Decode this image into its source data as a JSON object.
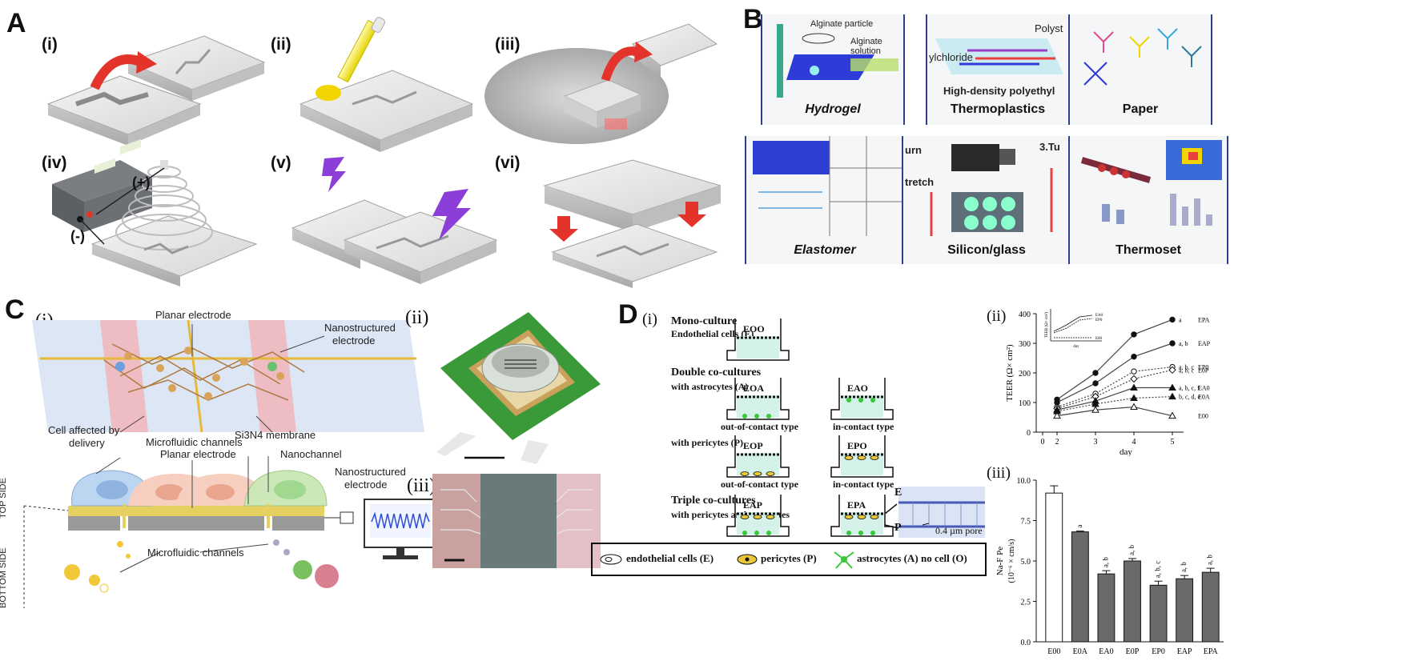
{
  "panelA": {
    "label": "A",
    "steps": [
      "(i)",
      "(ii)",
      "(iii)",
      "(iv)",
      "(v)",
      "(vi)"
    ],
    "plus": "(+)",
    "minus": "(-)"
  },
  "panelB": {
    "label": "B",
    "cards": [
      "Hydrogel",
      "Thermoplastics",
      "Paper",
      "Elastomer",
      "Silicon/glass",
      "Thermoset"
    ],
    "hydrogel_notes": [
      "Alginate particle",
      "Alginate solution"
    ],
    "thermo_notes": [
      "Polyst",
      "ylchloride",
      "High-density polyethyl"
    ],
    "silicon_notes": [
      "urn",
      "tretch",
      "3.Tu"
    ]
  },
  "panelC": {
    "label": "C",
    "sub_i": "(i)",
    "sub_ii": "(ii)",
    "sub_iii": "(iii)",
    "labels": {
      "planar_top": "Planar electrode",
      "nano_top_1": "Nanostructured",
      "nano_top_2": "electrode",
      "micro_top": "Microfluidic channels",
      "cell_aff_1": "Cell affected by",
      "cell_aff_2": "delivery",
      "si3n4": "Si3N4 membrane",
      "planar_bottom": "Planar electrode",
      "nanochannel": "Nanochannel",
      "nano_bot_1": "Nanostructured",
      "nano_bot_2": "electrode",
      "top_side": "TOP SIDE",
      "bottom_side": "BOTTOM SIDE",
      "micro_bottom": "Microfluidic channels"
    }
  },
  "panelD": {
    "label": "D",
    "sub_i": "(i)",
    "sub_ii": "(ii)",
    "sub_iii": "(iii)",
    "mono_1": "Mono-culture",
    "mono_2": "Endothelial cells (E)",
    "double_1": "Double co-cultures",
    "double_2": "with astrocytes (A)",
    "peri": "with pericytes (P)",
    "triple_1": "Triple co-cultures",
    "triple_2": "with pericytes and astrocytes",
    "wells": [
      "EOO",
      "EOA",
      "EAO",
      "EOP",
      "EPO",
      "EAP",
      "EPA"
    ],
    "out_contact": "out-of-contact type",
    "in_contact": "in-contact type",
    "micro_E": "E",
    "micro_P": "P",
    "pore": "0.4 µm pore",
    "legend": [
      "endothelial cells (E)",
      "pericytes (P)",
      "astrocytes (A)",
      "no cell (O)"
    ]
  },
  "chart_data": [
    {
      "type": "line",
      "ylabel": "TEER (Ω× cm²)",
      "xlabel": "day",
      "x": [
        2,
        3,
        4,
        5
      ],
      "xticks": [
        "0",
        "2",
        "3",
        "4",
        "5"
      ],
      "yticks": [
        "0",
        "100",
        "200",
        "300",
        "400"
      ],
      "ylim": [
        0,
        400
      ],
      "series": [
        {
          "name": "EPA",
          "values": [
            110,
            200,
            330,
            380
          ],
          "style": "solid",
          "marker": "filled-circle",
          "note": "a"
        },
        {
          "name": "EAP",
          "values": [
            100,
            165,
            255,
            300
          ],
          "style": "solid",
          "marker": "filled-circle",
          "note": "a, b"
        },
        {
          "name": "EP0",
          "values": [
            85,
            130,
            205,
            220
          ],
          "style": "dotted",
          "marker": "open-circle",
          "note": "a, b, c"
        },
        {
          "name": "E0P",
          "values": [
            80,
            120,
            180,
            210
          ],
          "style": "dotted",
          "marker": "open-diamond",
          "note": "a, b, c"
        },
        {
          "name": "EA0",
          "values": [
            75,
            105,
            150,
            150
          ],
          "style": "solid",
          "marker": "filled-triangle",
          "note": "a, b, c, f"
        },
        {
          "name": "E0A",
          "values": [
            70,
            95,
            115,
            120
          ],
          "style": "dotted",
          "marker": "filled-triangle",
          "note": "b, c, d, e"
        },
        {
          "name": "E00",
          "values": [
            55,
            75,
            85,
            55
          ],
          "style": "solid",
          "marker": "open-triangle",
          "note": ""
        }
      ],
      "inset": {
        "ylabel": "TEER (Ω× cm²)",
        "xlabel": "day",
        "labels": [
          "EA0",
          "EP0",
          "E00"
        ]
      }
    },
    {
      "type": "bar",
      "ylabel_1": "Na-F Pe",
      "ylabel_2": "(10⁻⁶ × cm/s)",
      "categories": [
        "E00",
        "E0A",
        "EA0",
        "E0P",
        "EP0",
        "EAP",
        "EPA"
      ],
      "values": [
        9.2,
        6.8,
        4.2,
        5.0,
        3.5,
        3.9,
        4.3
      ],
      "errors": [
        0.45,
        0.05,
        0.2,
        0.15,
        0.25,
        0.2,
        0.25
      ],
      "annotations": [
        "",
        "a",
        "a, b",
        "a, b",
        "a, b, c",
        "a, b",
        "a, b"
      ],
      "yticks": [
        "0.0",
        "2.5",
        "5.0",
        "7.5",
        "10.0"
      ],
      "ylim": [
        0,
        10
      ]
    }
  ]
}
